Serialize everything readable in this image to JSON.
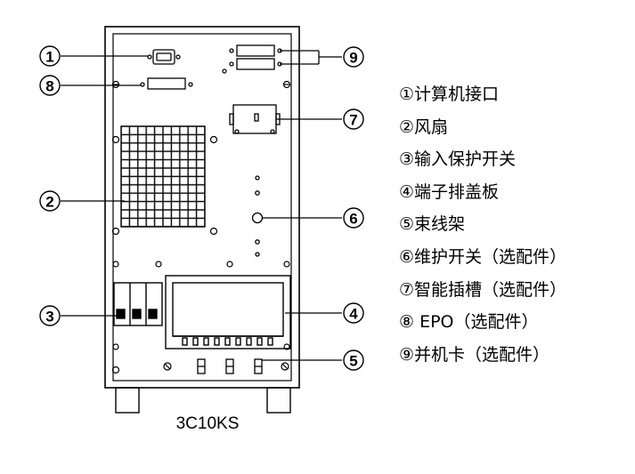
{
  "callouts": [
    "①",
    "②",
    "③",
    "④",
    "⑤",
    "⑥",
    "⑦",
    "⑧",
    "⑨"
  ],
  "legend": [
    "①计算机接口",
    "②风扇",
    "③输入保护开关",
    "④端子排盖板",
    "⑤束线架",
    "⑥维护开关（选配件）",
    "⑦智能插槽（选配件）",
    "⑧ EPO（选配件）",
    "⑨并机卡（选配件）"
  ],
  "model": "3C10KS",
  "colors": {
    "line": "#000000",
    "background": "#ffffff"
  }
}
